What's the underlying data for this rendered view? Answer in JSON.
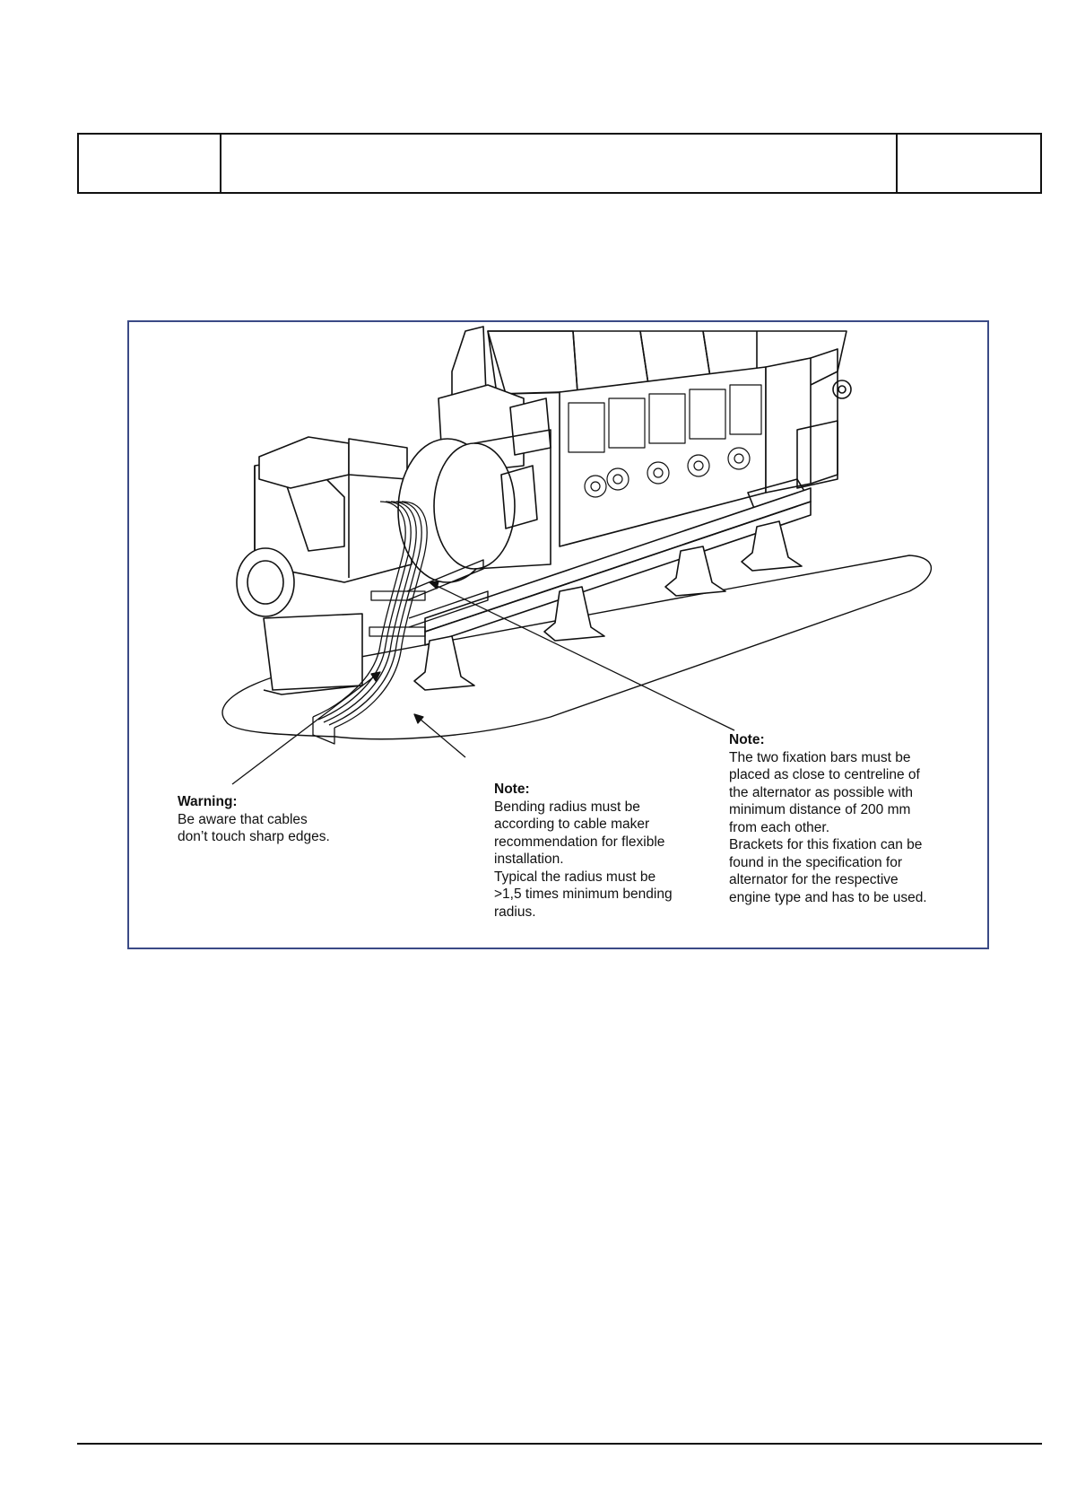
{
  "warning": {
    "title": "Warning:",
    "lines": [
      "Be aware that cables",
      "don’t touch sharp edges."
    ]
  },
  "note_bending": {
    "title": "Note:",
    "lines": [
      "Bending radius must be",
      "according to cable maker",
      "recommendation for flexible",
      "installation.",
      "Typical the radius must be",
      ">1,5 times minimum bending",
      "radius."
    ]
  },
  "note_fixation": {
    "title": "Note:",
    "lines": [
      "The two fixation bars must be",
      "placed as close to centreline of",
      "the alternator as possible with",
      "minimum distance of 200 mm",
      "from each other.",
      "Brackets for this fixation can be",
      "found in the specification for",
      "alternator for the respective",
      "engine type and has to be used."
    ]
  },
  "colors": {
    "frame": "#3b4a86",
    "line": "#111111"
  }
}
